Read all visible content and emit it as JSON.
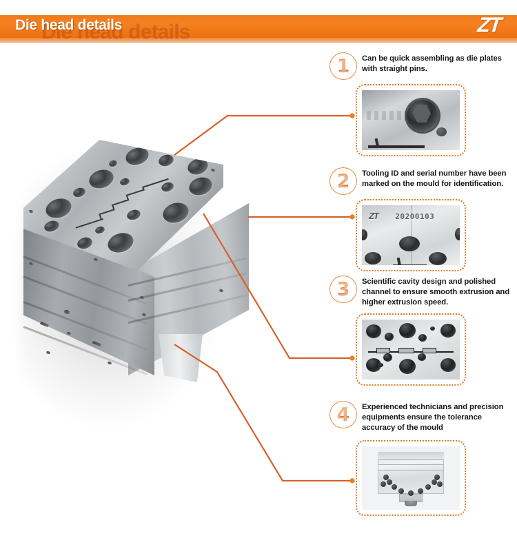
{
  "header": {
    "title": "Die head  details",
    "ghost_title": "Die head details",
    "brand": "ZT",
    "bar_color": "#f07c1e",
    "title_color": "#ffffff"
  },
  "main_image": {
    "name": "die-head-photo",
    "alt": "Multi-layer extrusion die head tooling block, machined steel, shown at an angle"
  },
  "accent_color": "#e07a22",
  "callouts": [
    {
      "number": "1",
      "text": "Can be quick assembling as die plates with straight pins.",
      "thumb_alt": "Close-up of die plate bolt hole with hex socket and straight pin"
    },
    {
      "number": "2",
      "text": "Tooling ID and serial number have been marked on the mould for identification.",
      "thumb_alt": "Engraved mould face showing tooling ID mark and serial number",
      "thumb_mark": "ZT",
      "thumb_serial": "20200103"
    },
    {
      "number": "3",
      "text": "Scientific cavity design and polished channel to ensure smooth extrusion and higher extrusion  speed.",
      "thumb_alt": "Die plate face showing bolt hole pattern and polished profile cavity channel"
    },
    {
      "number": "4",
      "text": "Experienced technicians and precision equipments  ensure the tolerance accuracy of the mould",
      "thumb_alt": "Front view of the finished assembled die head with bolt ring"
    }
  ]
}
